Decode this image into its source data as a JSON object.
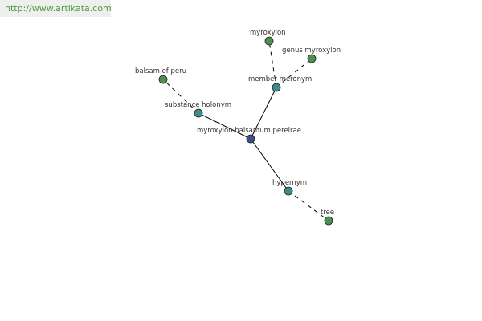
{
  "header": {
    "url": "http://www.artikata.com"
  },
  "colors": {
    "center_node": "#3b4f8e",
    "relation_node": "#3f8a8a",
    "leaf_node": "#4f8f4f",
    "edge": "#000000",
    "url_text": "#4a9b3a"
  },
  "graph": {
    "center": {
      "label": "myroxylon balsamum pereirae"
    },
    "relations": [
      {
        "label": "member meronym"
      },
      {
        "label": "substance holonym"
      },
      {
        "label": "hypernym"
      }
    ],
    "leaves": [
      {
        "label": "myroxylon"
      },
      {
        "label": "genus myroxylon"
      },
      {
        "label": "balsam of peru"
      },
      {
        "label": "tree"
      }
    ]
  }
}
